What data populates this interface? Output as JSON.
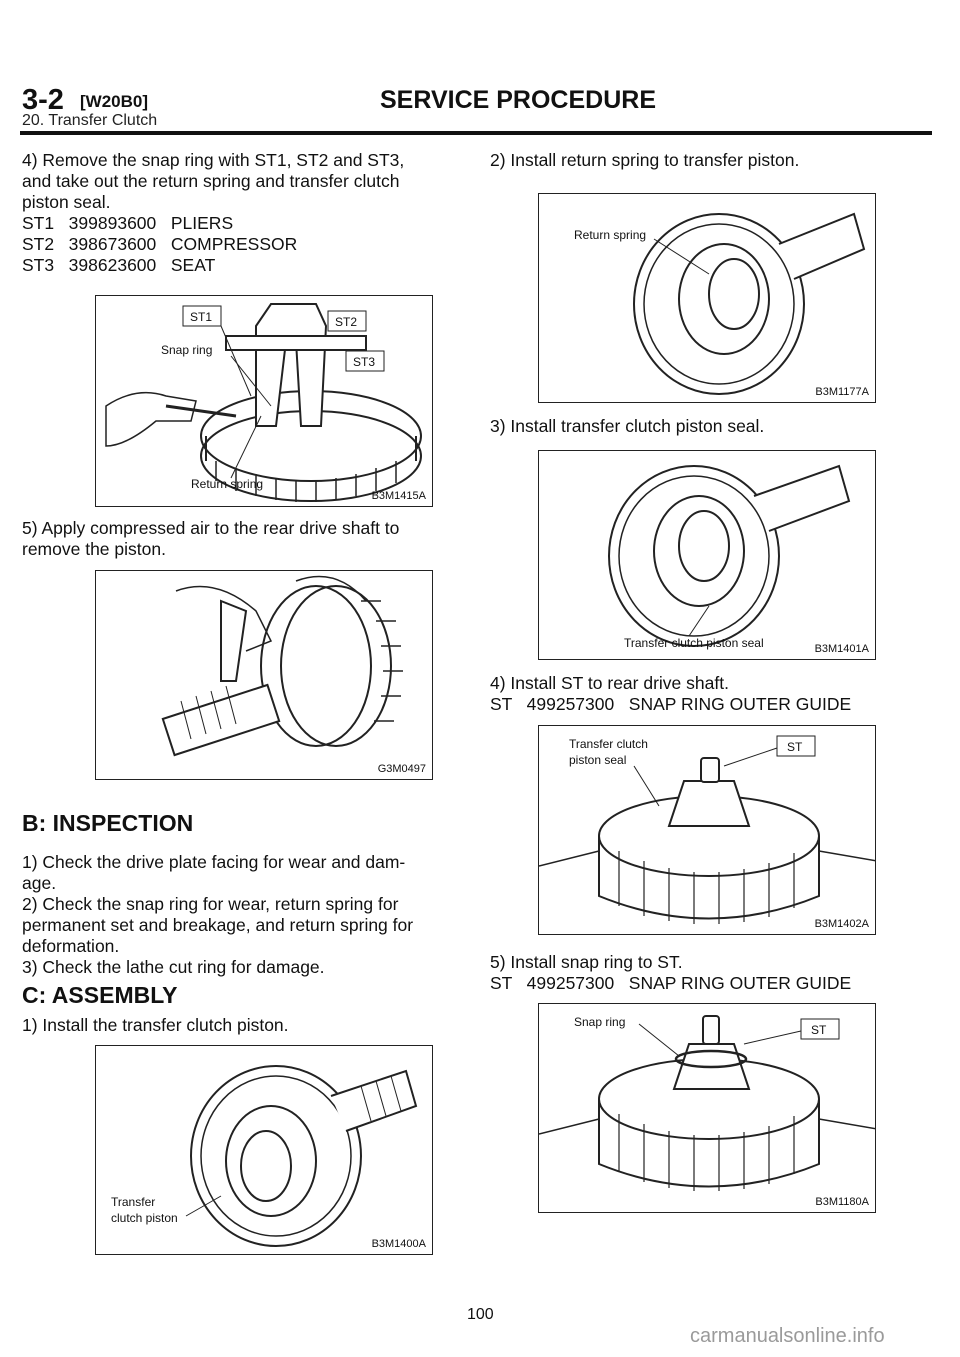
{
  "header": {
    "section": "3-2",
    "code": "[W20B0]",
    "title": "SERVICE PROCEDURE",
    "subtitle": "20. Transfer Clutch"
  },
  "left": {
    "step4": "4) Remove the snap ring with ST1, ST2 and ST3,\nand take out the return spring and transfer clutch\npiston seal.\nST1   399893600   PLIERS\nST2   398673600   COMPRESSOR\nST3   398623600   SEAT",
    "fig1": {
      "code": "B3M1415A",
      "labels": [
        "ST1",
        "ST2",
        "ST3",
        "Snap ring",
        "Return spring"
      ]
    },
    "step5": "5) Apply compressed air to the rear drive shaft to\nremove the piston.",
    "fig2": {
      "code": "G3M0497"
    },
    "inspection_heading": "B: INSPECTION",
    "inspection_text": "1) Check the drive plate facing for wear and dam-\nage.\n2) Check the snap ring for wear, return spring for\npermanent set and breakage, and return spring for\ndeformation.\n3) Check the lathe cut ring for damage.",
    "assembly_heading": "C: ASSEMBLY",
    "assembly_step1": "1) Install the transfer clutch piston.",
    "fig3": {
      "code": "B3M1400A",
      "label": "Transfer\nclutch piston"
    }
  },
  "right": {
    "step2": "2) Install return spring to transfer piston.",
    "fig4": {
      "code": "B3M1177A",
      "label": "Return spring"
    },
    "step3": "3) Install transfer clutch piston seal.",
    "fig5": {
      "code": "B3M1401A",
      "label": "Transfer clutch piston seal"
    },
    "step4": "4) Install ST to rear drive shaft.\nST   499257300   SNAP RING OUTER GUIDE",
    "fig6": {
      "code": "B3M1402A",
      "label1": "Transfer clutch\npiston seal",
      "label2": "ST"
    },
    "step5": "5) Install snap ring to ST.\nST   499257300   SNAP RING OUTER GUIDE",
    "fig7": {
      "code": "B3M1180A",
      "label1": "Snap ring",
      "label2": "ST"
    }
  },
  "page_number": "100",
  "watermark": "carmanualsonline.info"
}
